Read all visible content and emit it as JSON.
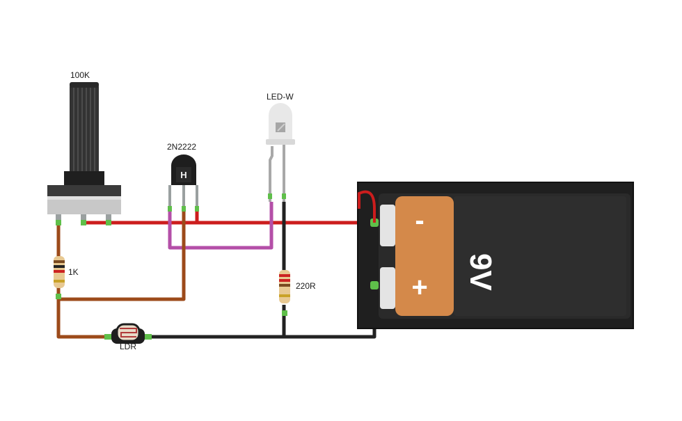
{
  "components": {
    "potentiometer": {
      "label": "100K"
    },
    "transistor": {
      "label": "2N2222"
    },
    "led": {
      "label": "LED-W"
    },
    "resistor_1k": {
      "label": "1K"
    },
    "resistor_220r": {
      "label": "220R"
    },
    "ldr": {
      "label": "LDR"
    },
    "battery": {
      "label": "9V",
      "minus_symbol": "-",
      "plus_symbol": "+"
    }
  },
  "colors": {
    "wire_red": "#cc1d1d",
    "wire_purple": "#b44fa8",
    "wire_brown": "#9c4a1a",
    "wire_black": "#222222",
    "pin_green": "#5fbf4a",
    "battery_case": "#1f1f1f",
    "battery_copper": "#d4894a"
  }
}
